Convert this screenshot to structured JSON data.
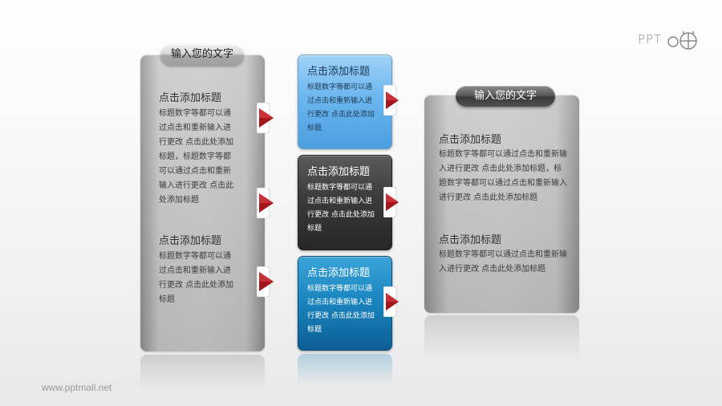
{
  "logo": {
    "text": "PPT",
    "name": "pptmall-logo-icon"
  },
  "footer": {
    "url": "www.pptmall.net"
  },
  "left_panel": {
    "pill": "输入您的文字",
    "sections": [
      {
        "title": "点击添加标题",
        "lines": [
          "标题数字等都可以通",
          "过点击和重新输入进",
          "行更改 点击此处添加",
          "标题，标题数字等都",
          "可以通过点击和重新",
          "输入进行更改 点击此",
          "处添加标题"
        ]
      },
      {
        "title": "点击添加标题",
        "lines": [
          "标题数字等都可以通",
          "过点击和重新输入进",
          "行更改 点击此处添加",
          "标题"
        ]
      }
    ]
  },
  "middle_boxes": [
    {
      "title": "点击添加标题",
      "lines": [
        "标题数字等都可以通",
        "过点击和重新输入进",
        "行更改 点击此处添加",
        "标题"
      ]
    },
    {
      "title": "点击添加标题",
      "lines": [
        "标题数字等都可以通",
        "过点击和重新输入进",
        "行更改 点击此处添加",
        "标题"
      ]
    },
    {
      "title": "点击添加标题",
      "lines": [
        "标题数字等都可以通",
        "过点击和重新输入进",
        "行更改 点击此处添加",
        "标题"
      ]
    }
  ],
  "right_panel": {
    "pill": "输入您的文字",
    "sections": [
      {
        "title": "点击添加标题",
        "lines": [
          "标题数字等都可以通过点击和重新输",
          "入进行更改 点击此处添加标题，标",
          "题数字等都可以通过点击和重新输入",
          "进行更改 点击此处添加标题"
        ]
      },
      {
        "title": "点击添加标题",
        "lines": [
          "标题数字等都可以通过点击和重新输",
          "入进行更改 点击此处添加标题"
        ]
      }
    ]
  },
  "colors": {
    "arrow": "#a4161a",
    "blue": "#6bb6ee",
    "dark": "#3b3b3b",
    "teal": "#1b86c0"
  }
}
